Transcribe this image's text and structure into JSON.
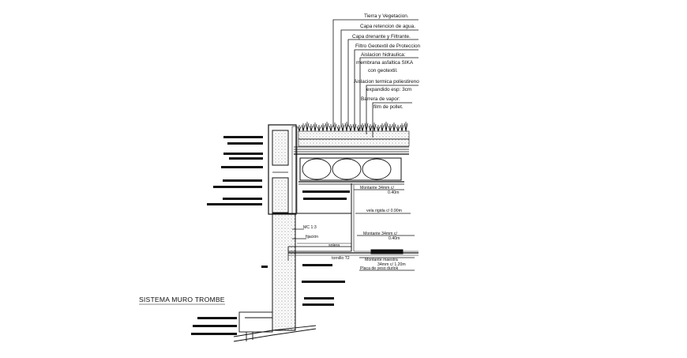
{
  "drawing_title": "SISTEMA MURO TROMBE",
  "callouts_top": [
    "Tierra y Vegetacion.",
    "Capa retencion de agua.",
    "Capa drenante y Filtrante.",
    "Filtro Geotextil de Proteccion",
    "Aislacion hidraulica:",
    "membrana asfaltica SIKA",
    "con geotextil.",
    "Aislacion termica poliestireno",
    "expandido esp: 3cm",
    "Barrera de vapor:",
    "film de pollet."
  ],
  "callouts_right": [
    "Montante 34mm c/",
    "0.40m",
    "vela rigida c/ 0.90m",
    "Montante 34mm c/",
    "0.40m",
    "Montante maestra",
    "34mm c/ 1.20m",
    "Placa de yeso durlok"
  ],
  "callouts_mid": {
    "mc": "MC 1:3",
    "fijacion": "fijación",
    "solera": "solera",
    "tornillo": "tornillo T2"
  },
  "colors": {
    "line": "#111111",
    "background": "#ffffff"
  }
}
